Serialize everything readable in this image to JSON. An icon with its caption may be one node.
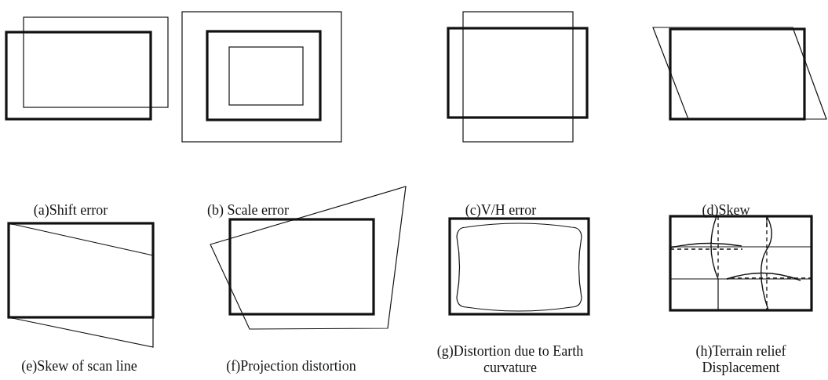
{
  "diagram": {
    "labels": [
      "(a)Shift error",
      "(b) Scale error",
      "(c)V/H error",
      "(d)Skew",
      "(e)Skew of scan line",
      "(f)Projection distortion",
      "(g)Distortion due to Earth curvature",
      "(h)Terrain relief Displacement"
    ]
  }
}
